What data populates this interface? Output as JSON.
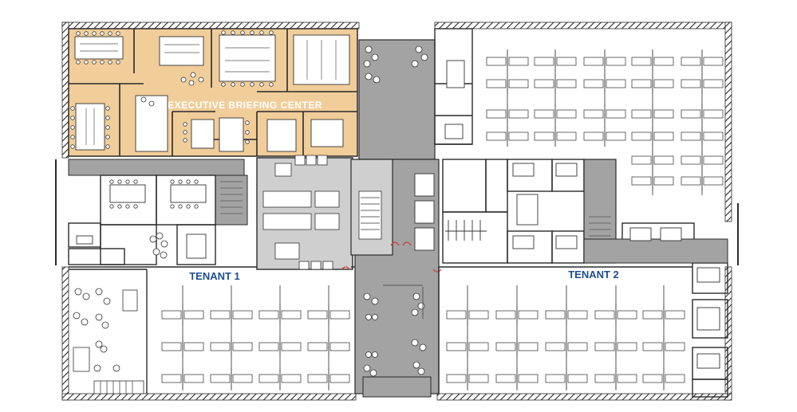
{
  "plan": {
    "labels": {
      "executive": "EXECUTIVE BRIEFING CENTER",
      "tenant1": "TENANT 1",
      "tenant2": "TENANT 2"
    },
    "colors": {
      "executive_fill": "#f1cd9a",
      "corridor_fill": "#a3a3a3",
      "core_fill": "#cfcfcf",
      "wall": "#2a2a2a",
      "tenant_label": "#1f4e8c",
      "exec_label": "#ffffff",
      "door_highlight": "#d23a3a"
    }
  }
}
